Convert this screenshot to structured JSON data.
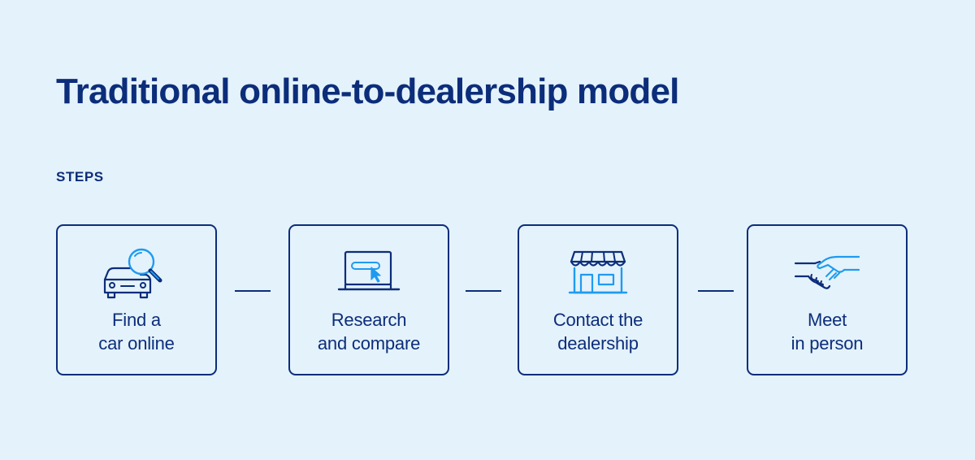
{
  "title": "Traditional online-to-dealership model",
  "section_label": "STEPS",
  "colors": {
    "background": "#e4f2fb",
    "navy": "#0c2d7a",
    "accent": "#1e9bf0"
  },
  "steps": [
    {
      "icon": "car-search-icon",
      "line1": "Find a",
      "line2": "car online"
    },
    {
      "icon": "laptop-cursor-icon",
      "line1": "Research",
      "line2": "and compare"
    },
    {
      "icon": "storefront-icon",
      "line1": "Contact the",
      "line2": "dealership"
    },
    {
      "icon": "handshake-icon",
      "line1": "Meet",
      "line2": "in person"
    }
  ]
}
